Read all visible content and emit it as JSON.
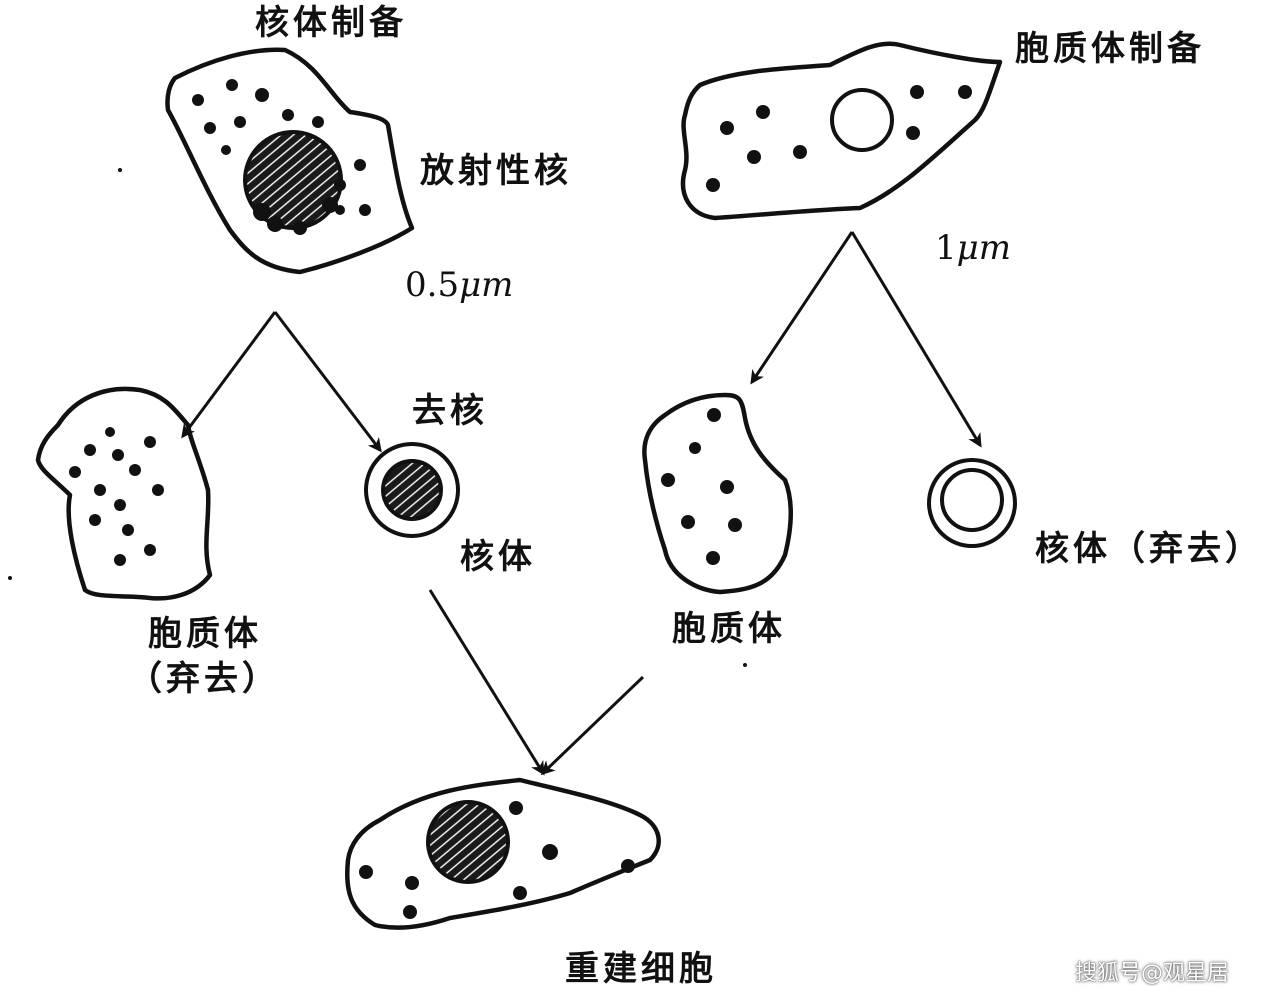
{
  "labels": {
    "nucleus_prep": "核体制备",
    "radioactive_nucleus": "放射性核",
    "size_left_number": "0.5",
    "size_left_unit": "μm",
    "cytoplast_prep": "胞质体制备",
    "size_right_number": "1",
    "size_right_unit": "μm",
    "enucleation": "去核",
    "karyoplast": "核体",
    "cytoplast_discard_line1": "胞质体",
    "cytoplast_discard_line2": "（弃去）",
    "cytoplast": "胞质体",
    "karyoplast_discard": "核体（弃去）",
    "reconstructed_cell": "重建细胞"
  },
  "watermark": "搜狐号@观星居",
  "colors": {
    "ink": "#111111",
    "background": "#ffffff"
  }
}
